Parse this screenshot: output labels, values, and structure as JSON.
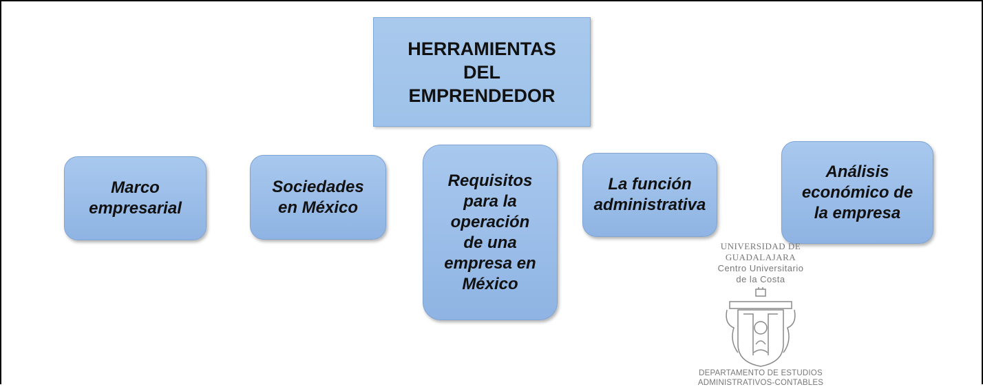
{
  "title": "HERRAMIENTAS DEL EMPRENDEDOR",
  "nodes": [
    "Marco empresarial",
    "Sociedades en México",
    "Requisitos para la operación de una empresa en México",
    "La función administrativa",
    "Análisis económico de la empresa"
  ],
  "seal": {
    "university": "UNIVERSIDAD DE GUADALAJARA",
    "center_line1": "Centro Universitario",
    "center_line2": "de la Costa",
    "department_line1": "DEPARTAMENTO DE ESTUDIOS",
    "department_line2": "ADMINISTRATIVOS-CONTABLES"
  },
  "colors": {
    "box_fill": "#9ec2ea",
    "box_border": "#7ea8d8",
    "seal_gray": "#777777"
  }
}
